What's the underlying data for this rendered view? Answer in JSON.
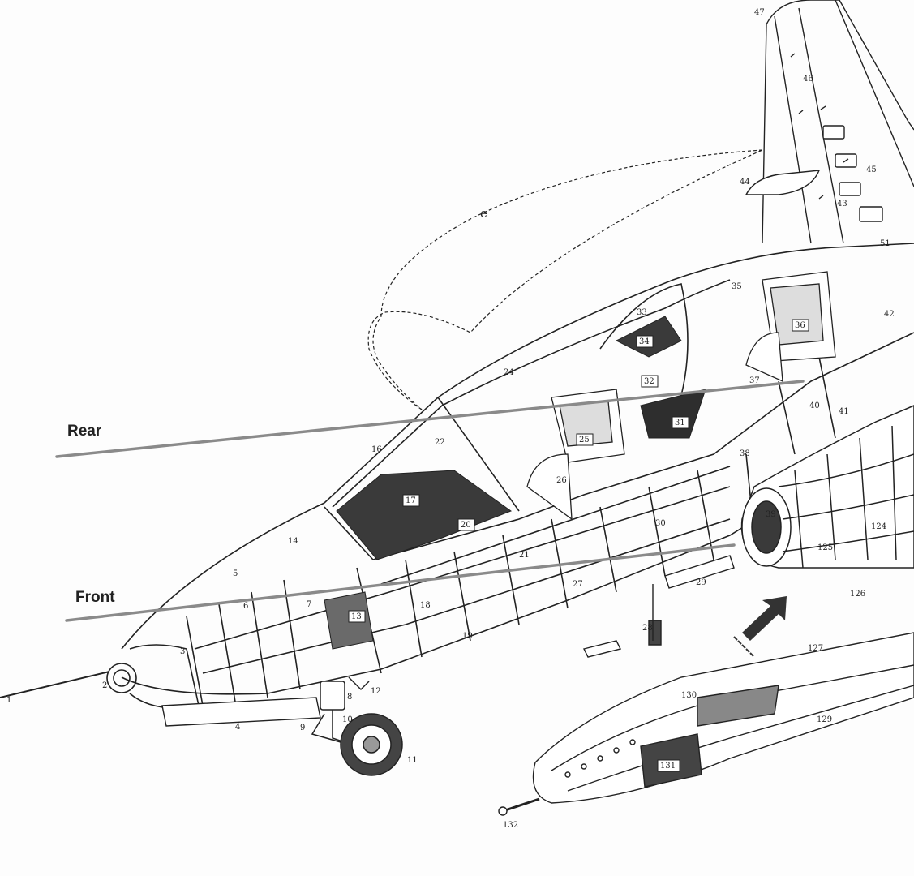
{
  "callouts": {
    "rear": "Rear",
    "front": "Front"
  },
  "stray_letter": "e",
  "part_numbers": [
    "1",
    "2",
    "3",
    "4",
    "5",
    "6",
    "7",
    "8",
    "9",
    "10",
    "11",
    "12",
    "13",
    "14",
    "16",
    "17",
    "18",
    "19",
    "20",
    "21",
    "22",
    "24",
    "25",
    "26",
    "27",
    "28",
    "29",
    "30",
    "31",
    "32",
    "33",
    "34",
    "35",
    "36",
    "37",
    "38",
    "39",
    "40",
    "41",
    "42",
    "43",
    "44",
    "45",
    "46",
    "47",
    "51",
    "124",
    "125",
    "126",
    "127",
    "129",
    "130",
    "131",
    "132"
  ],
  "colors": {
    "ink": "#222222",
    "pointer_line": "#8a8a8a",
    "dark_fill": "#3a3a3a",
    "mid_fill": "#6a6a6a"
  }
}
